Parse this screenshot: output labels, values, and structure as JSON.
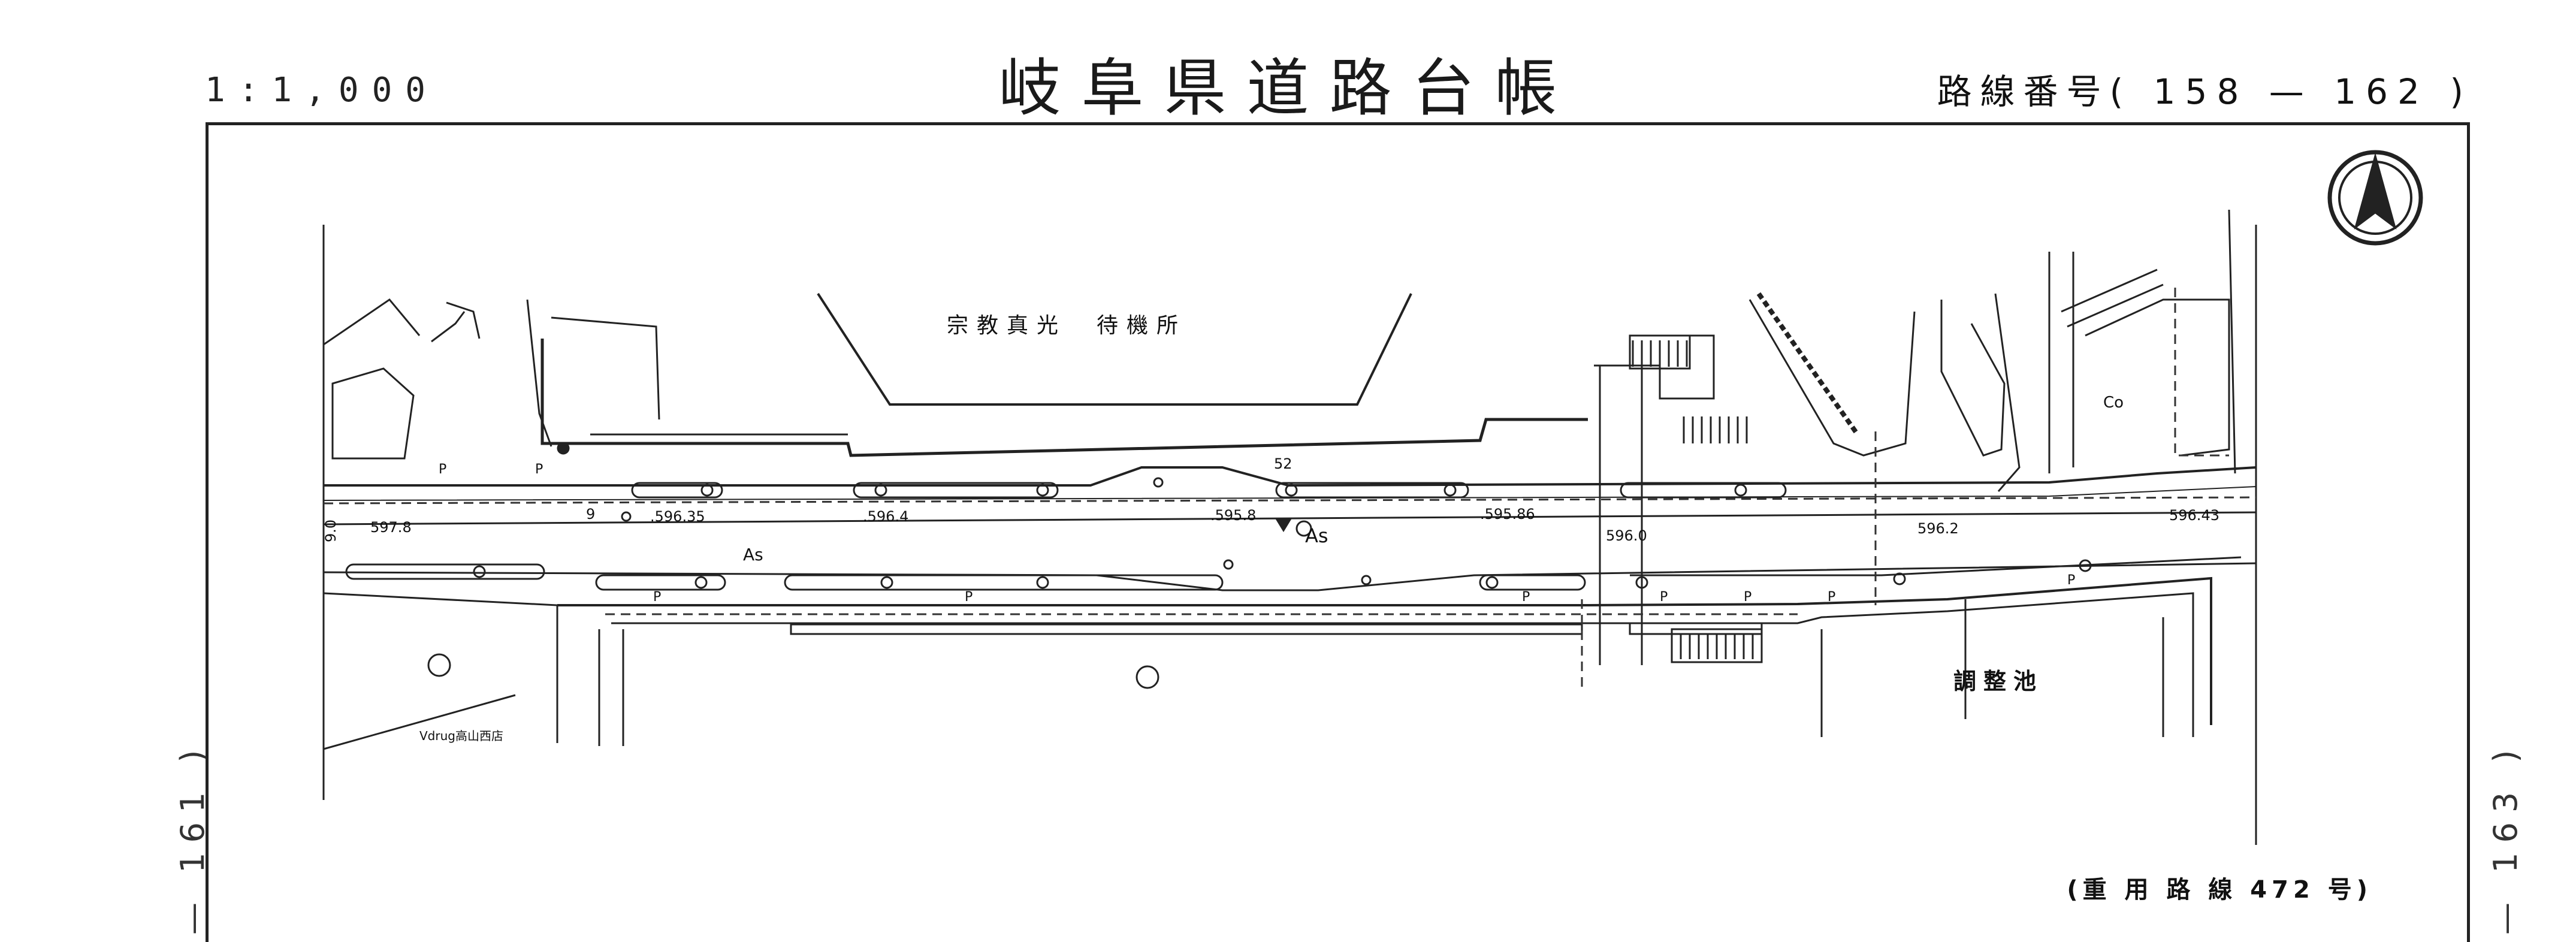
{
  "header": {
    "title": "岐阜県道路台帳",
    "scale": "1:1,000",
    "route_label": "路線番号",
    "route_number": "( 158 — 162 )"
  },
  "side_labels": {
    "left": "— 161 )",
    "right": "— 163 )"
  },
  "map": {
    "labels": {
      "building_top": "宗教真光　待機所",
      "store": "Vdrug高山西店",
      "pond": "調整池",
      "co": "Co",
      "asphalt_1": "As",
      "asphalt_2": "As",
      "marker_52": "52"
    },
    "elevations": [
      "9.0",
      "597.8",
      "9",
      ".596.35",
      ".596.4",
      ".595.8",
      ".595.86",
      "596.0",
      "596.2",
      "596.43"
    ],
    "parking_marks": [
      "P",
      "P",
      "P",
      "P",
      "P",
      "P",
      "P",
      "P",
      "P"
    ],
    "footnote": "(重 用 路 線 472 号)"
  }
}
